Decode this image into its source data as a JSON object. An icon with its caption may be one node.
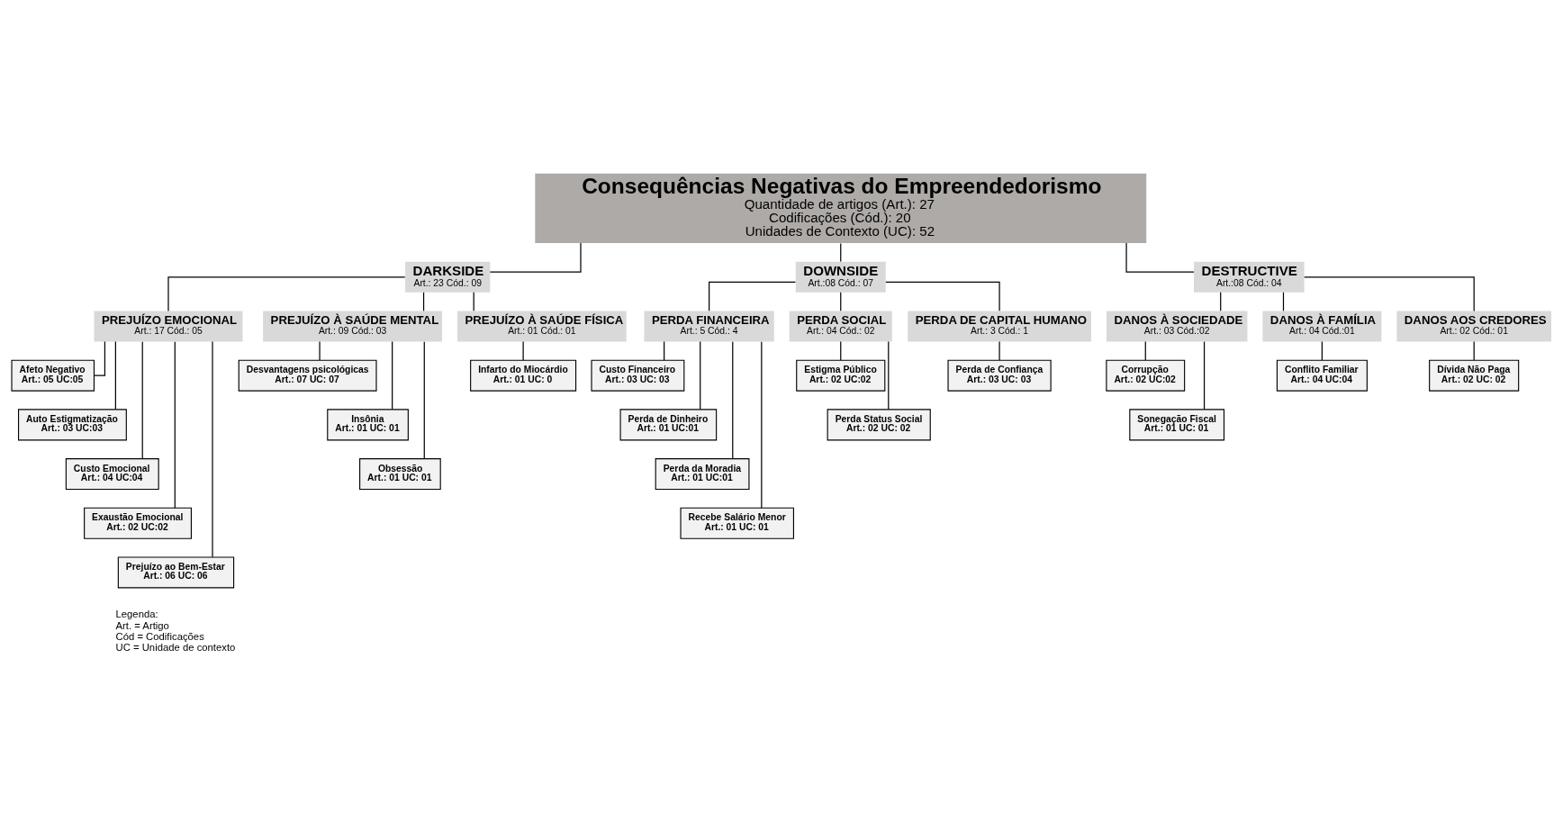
{
  "diagram": {
    "nodes": [
      {
        "text": [
          "Consequências Negativas do Empreendedorismo",
          "Quantidade de artigos (Art.): 27",
          "Codificações (Cód.): 20",
          "Unidades de Contexto (UC): 52"
        ]
      },
      {
        "text": [
          "DARKSIDE",
          "Art.: 23 Cód.: 09"
        ]
      },
      {
        "text": [
          "DOWNSIDE",
          "Art.:08 Cód.: 07"
        ]
      },
      {
        "text": [
          "DESTRUCTIVE",
          "Art.:08 Cód.: 04"
        ]
      },
      {
        "text": [
          "PREJUÍZO EMOCIONAL",
          "Art.: 17 Cód.: 05"
        ]
      },
      {
        "text": [
          "PREJUÍZO À SAÚDE MENTAL",
          "Art.: 09 Cód.: 03"
        ]
      },
      {
        "text": [
          "PREJUÍZO À SAÚDE FÍSICA",
          "Art.: 01 Cód.: 01"
        ]
      },
      {
        "text": [
          "PERDA FINANCEIRA",
          "Art.: 5 Cód.: 4"
        ]
      },
      {
        "text": [
          "PERDA SOCIAL",
          "Art.: 04 Cód.: 02"
        ]
      },
      {
        "text": [
          "PERDA DE CAPITAL HUMANO",
          "Art.: 3 Cód.: 1"
        ]
      },
      {
        "text": [
          "DANOS À SOCIEDADE",
          "Art.: 03 Cód.:02"
        ]
      },
      {
        "text": [
          "DANOS À FAMÍLIA",
          "Art.: 04 Cód.:01"
        ]
      },
      {
        "text": [
          "DANOS AOS CREDORES",
          "Art.: 02 Cód.: 01"
        ]
      },
      {
        "text": [
          "Afeto Negativo",
          "Art.: 05 UC:05"
        ]
      },
      {
        "text": [
          "Auto Estigmatização",
          "Art.: 03 UC:03"
        ]
      },
      {
        "text": [
          "Custo Emocional",
          "Art.: 04 UC:04"
        ]
      },
      {
        "text": [
          "Exaustão Emocional",
          "Art.: 02 UC:02"
        ]
      },
      {
        "text": [
          "Prejuízo ao Bem-Estar",
          "Art.: 06 UC: 06"
        ]
      },
      {
        "text": [
          "Desvantagens psicológicas",
          "Art.: 07 UC: 07"
        ]
      },
      {
        "text": [
          "Insônia",
          "Art.: 01 UC: 01"
        ]
      },
      {
        "text": [
          "Obsessão",
          "Art.: 01 UC: 01"
        ]
      },
      {
        "text": [
          "Infarto do Miocárdio",
          "Art.: 01 UC: 0"
        ]
      },
      {
        "text": [
          "Custo Financeiro",
          "Art.: 03 UC: 03"
        ]
      },
      {
        "text": [
          "Perda de Dinheiro",
          "Art.: 01 UC:01"
        ]
      },
      {
        "text": [
          "Perda da Moradia",
          "Art.: 01 UC:01"
        ]
      },
      {
        "text": [
          "Recebe Salário Menor",
          "Art.: 01 UC: 01"
        ]
      },
      {
        "text": [
          "Estigma Público",
          "Art.: 02 UC:02"
        ]
      },
      {
        "text": [
          "Perda Status Social",
          "Art.: 02 UC: 02"
        ]
      },
      {
        "text": [
          "Perda de Confiança",
          "Art.: 03 UC: 03"
        ]
      },
      {
        "text": [
          "Corrupção",
          "Art.: 02 UC:02"
        ]
      },
      {
        "text": [
          "Sonegação Fiscal",
          "Art.: 01 UC: 01"
        ]
      },
      {
        "text": [
          "Conflito Familiar",
          "Art.: 04 UC:04"
        ]
      },
      {
        "text": [
          "Dívida Não Paga",
          "Art.: 02 UC: 02"
        ]
      }
    ],
    "edges": [
      {
        "from": 0,
        "to": 1,
        "arrow": "none"
      },
      {
        "from": 0,
        "to": 2,
        "arrow": "none"
      },
      {
        "from": 0,
        "to": 3,
        "arrow": "none"
      },
      {
        "from": 1,
        "to": 4,
        "arrow": "none"
      },
      {
        "from": 1,
        "to": 5,
        "arrow": "none"
      },
      {
        "from": 1,
        "to": 6,
        "arrow": "none"
      },
      {
        "from": 2,
        "to": 7,
        "arrow": "none"
      },
      {
        "from": 2,
        "to": 8,
        "arrow": "none"
      },
      {
        "from": 2,
        "to": 9,
        "arrow": "none"
      },
      {
        "from": 3,
        "to": 10,
        "arrow": "none"
      },
      {
        "from": 3,
        "to": 11,
        "arrow": "none"
      },
      {
        "from": 3,
        "to": 12,
        "arrow": "none"
      },
      {
        "from": 4,
        "to": 13,
        "arrow": "none"
      },
      {
        "from": 4,
        "to": 14,
        "arrow": "none"
      },
      {
        "from": 4,
        "to": 15,
        "arrow": "none"
      },
      {
        "from": 4,
        "to": 16,
        "arrow": "none"
      },
      {
        "from": 4,
        "to": 17,
        "arrow": "none"
      },
      {
        "from": 5,
        "to": 18,
        "arrow": "none"
      },
      {
        "from": 5,
        "to": 19,
        "arrow": "none"
      },
      {
        "from": 5,
        "to": 20,
        "arrow": "none"
      },
      {
        "from": 6,
        "to": 21,
        "arrow": "none"
      },
      {
        "from": 7,
        "to": 22,
        "arrow": "none"
      },
      {
        "from": 7,
        "to": 23,
        "arrow": "none"
      },
      {
        "from": 7,
        "to": 24,
        "arrow": "none"
      },
      {
        "from": 7,
        "to": 25,
        "arrow": "none"
      },
      {
        "from": 8,
        "to": 26,
        "arrow": "none"
      },
      {
        "from": 8,
        "to": 27,
        "arrow": "none"
      },
      {
        "from": 9,
        "to": 28,
        "arrow": "none"
      },
      {
        "from": 10,
        "to": 29,
        "arrow": "none"
      },
      {
        "from": 10,
        "to": 30,
        "arrow": "none"
      },
      {
        "from": 11,
        "to": 31,
        "arrow": "none"
      },
      {
        "from": 12,
        "to": 32,
        "arrow": "none"
      }
    ],
    "labels": [
      "Legenda:",
      "Art. = Artigo",
      "Cód = Codificações",
      "UC = Unidade de contexto"
    ]
  }
}
